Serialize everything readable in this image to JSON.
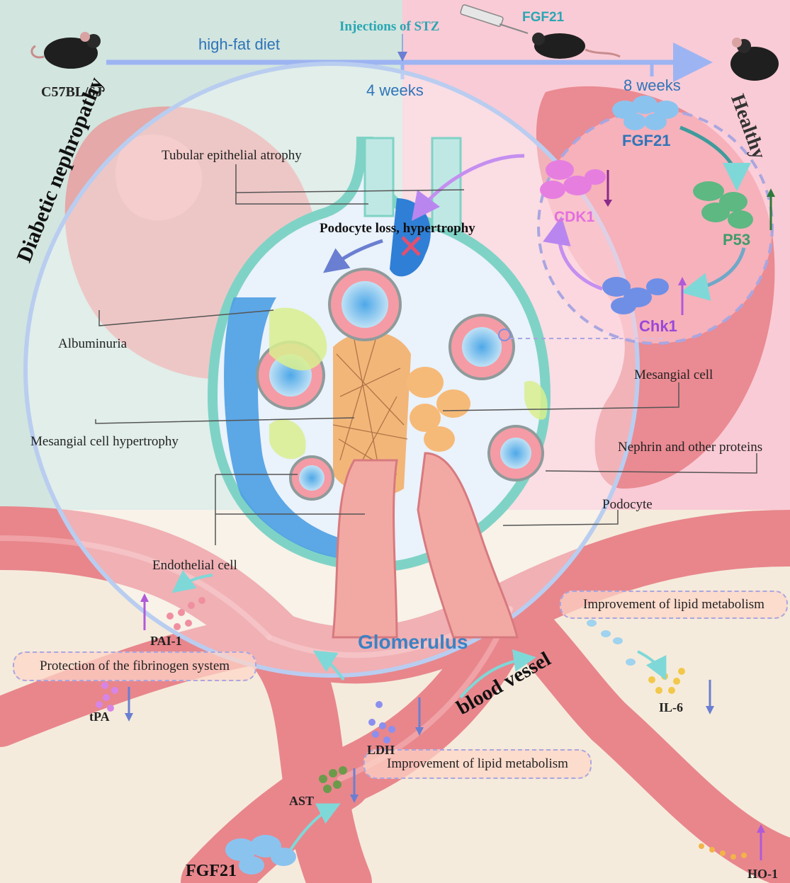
{
  "timeline": {
    "strain": "C57BL/6J",
    "diet": "high-fat diet",
    "injection": "Injections of STZ",
    "drug": "FGF21",
    "week4": "4 weeks",
    "week8": "8 weeks"
  },
  "states": {
    "disease": "Diabetic nephropathy",
    "healthy": "Healthy"
  },
  "pathway": {
    "fgf21": "FGF21",
    "cdk1": "CDK1",
    "p53": "P53",
    "chk1": "Chk1"
  },
  "labels": {
    "tubular": "Tubular epithelial atrophy",
    "podocyte_loss": "Podocyte loss, hypertrophy",
    "albuminuria": "Albuminuria",
    "mesangial_cell": "Mesangial cell",
    "mesangial_hypertrophy": "Mesangial cell hypertrophy",
    "nephrin": "Nephrin and other proteins",
    "podocyte": "Podocyte",
    "endothelial": "Endothelial cell",
    "glomerulus": "Glomerulus",
    "blood_vessel": "blood vessel"
  },
  "markers": {
    "pai1": "PAI-1",
    "tpa": "tPA",
    "ldh": "LDH",
    "ast": "AST",
    "il6": "IL-6",
    "ho1": "HO-1",
    "fgf21_bottom": "FGF21"
  },
  "boxes": {
    "fibrinogen": "Protection of the fibrinogen system",
    "lipid_right": "Improvement of lipid metabolism",
    "lipid_center": "Improvement of lipid metabolism"
  },
  "colors": {
    "left_bg": "#d2e5df",
    "right_bg": "#f9cbd6",
    "vessel": "#e8868c",
    "timeline_arrow": "#9db4f2",
    "label_blue": "#2f74b8",
    "magenta": "#e36fe0",
    "green": "#3f9b69",
    "purple": "#9a48d8"
  }
}
